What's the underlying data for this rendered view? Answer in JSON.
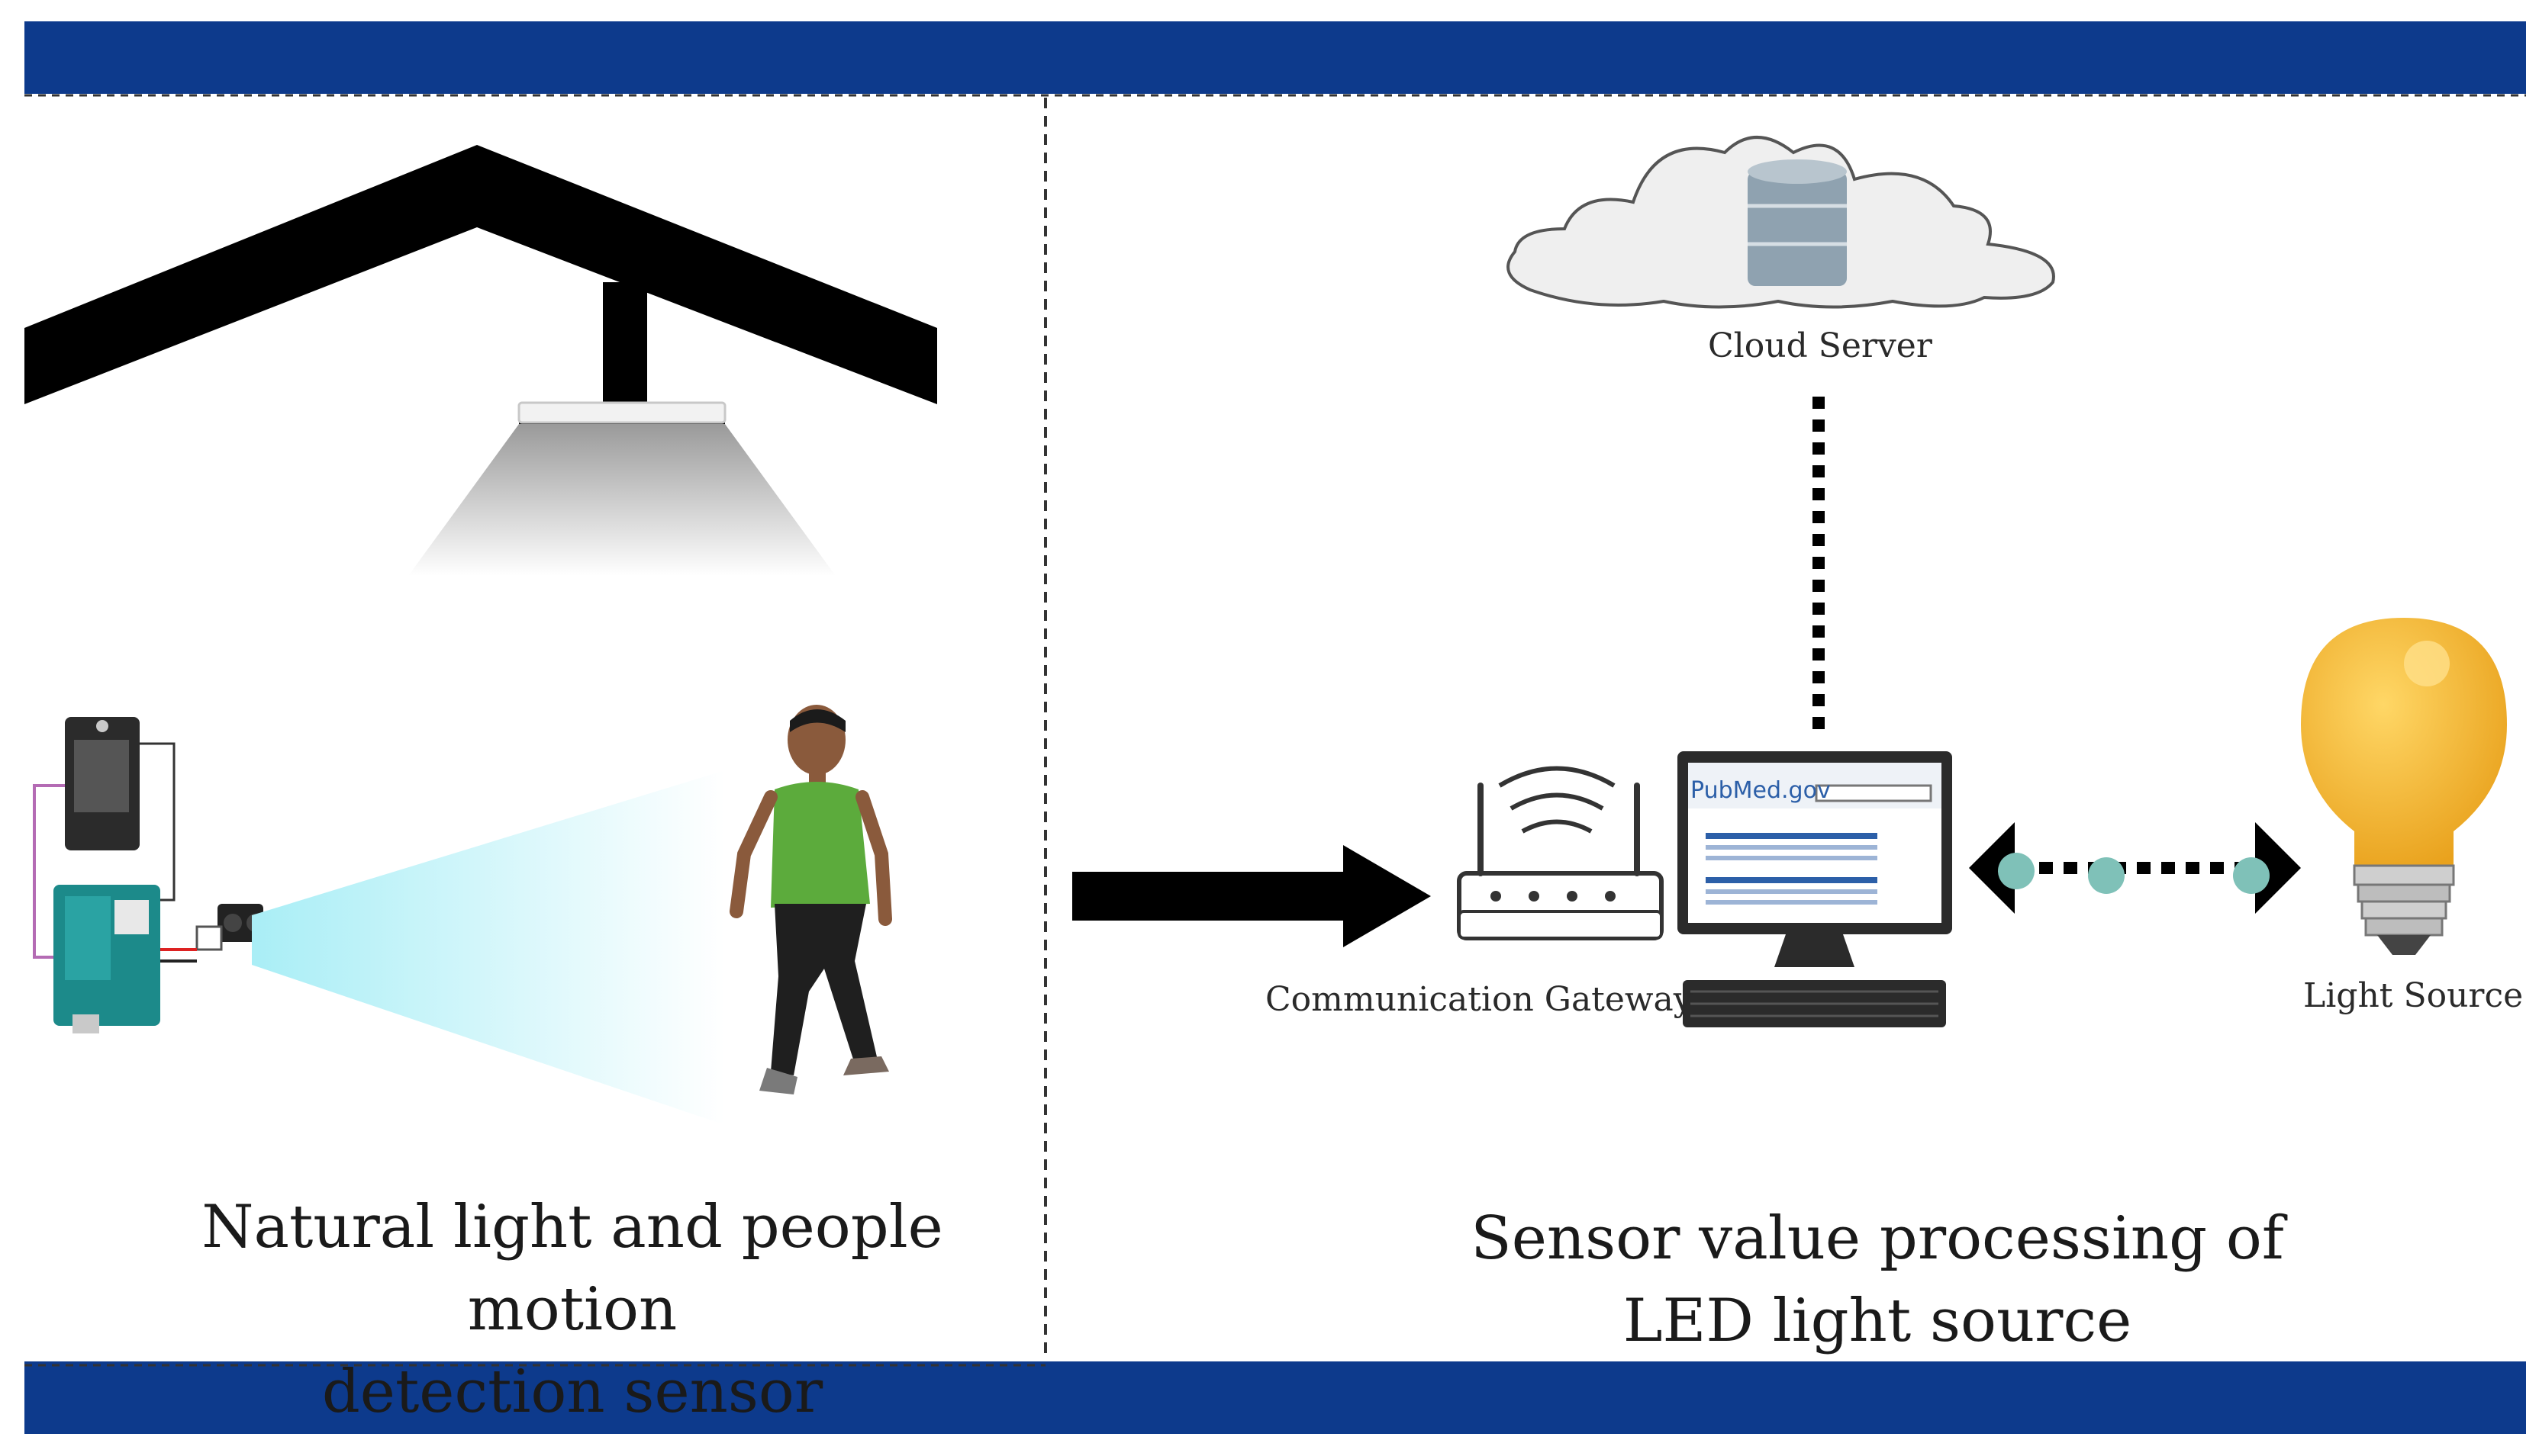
{
  "colors": {
    "band": "#0d3a8c",
    "roof": "#000000",
    "beam": "#d6f7fb",
    "shirt": "#5cab3c",
    "bulb": "#f5b82e",
    "dots": "#7fc1b8"
  },
  "left_panel": {
    "caption_line1": "Natural light and people motion",
    "caption_line2": "detection sensor"
  },
  "right_panel": {
    "caption_line1": "Sensor value processing of",
    "caption_line2": "LED light source"
  },
  "labels": {
    "cloud": "Cloud Server",
    "gateway": "Communication Gateway",
    "light": "Light Source",
    "pubmed_brand": "PubMed.gov"
  },
  "icons": [
    "roof-icon",
    "ceiling-lamp-icon",
    "sensor-board-icon",
    "person-walking-icon",
    "cloud-database-icon",
    "router-icon",
    "computer-icon",
    "keyboard-icon",
    "light-bulb-icon"
  ]
}
